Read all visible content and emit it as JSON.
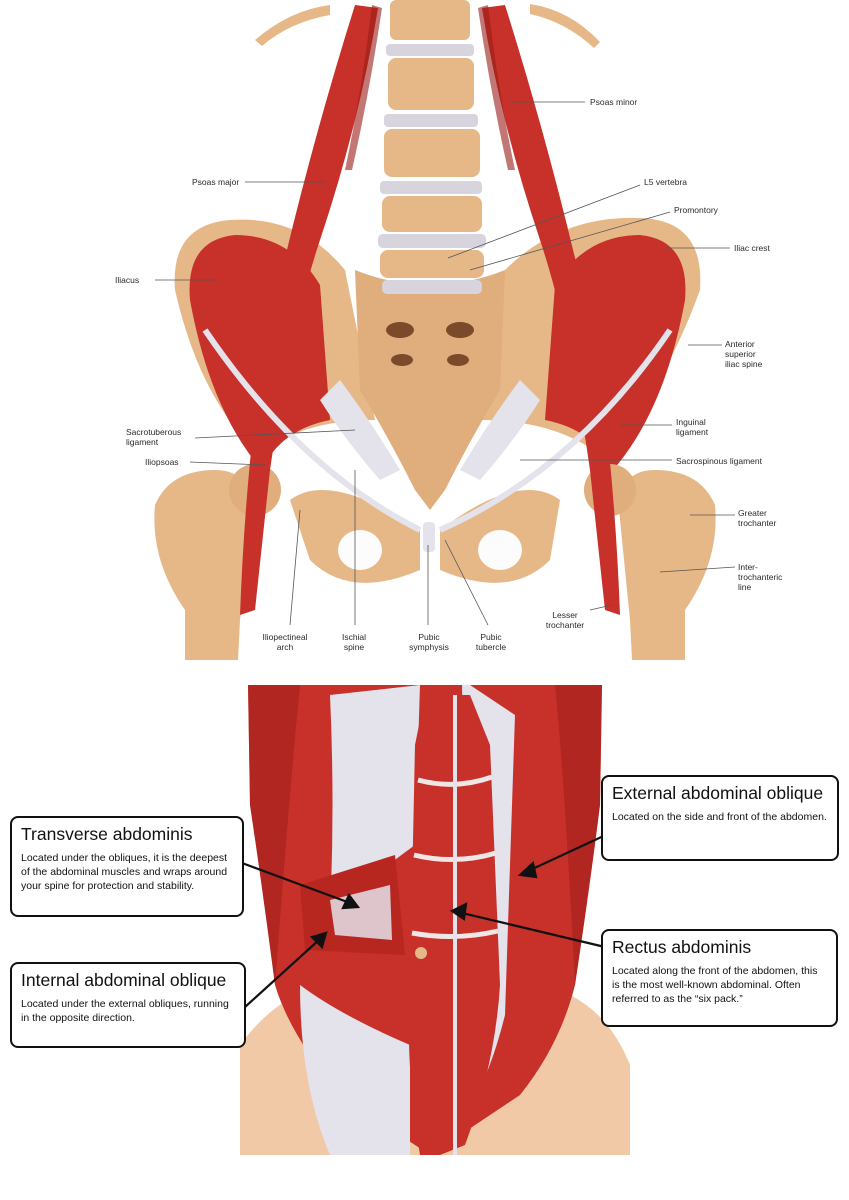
{
  "pelvis_labels": [
    {
      "key": "psoas_minor",
      "text": "Psoas minor"
    },
    {
      "key": "psoas_major",
      "text": "Psoas major"
    },
    {
      "key": "l5_vertebra",
      "text": "L5 vertebra"
    },
    {
      "key": "promontory",
      "text": "Promontory"
    },
    {
      "key": "iliac_crest",
      "text": "Iliac crest"
    },
    {
      "key": "iliacus",
      "text": "Iliacus"
    },
    {
      "key": "asis",
      "text": "Anterior\nsuperior\niliac spine"
    },
    {
      "key": "sacrotuberous",
      "text": "Sacrotuberous\nligament"
    },
    {
      "key": "inguinal",
      "text": "Inguinal\nligament"
    },
    {
      "key": "iliopsoas",
      "text": "Iliopsoas"
    },
    {
      "key": "sacrospinous",
      "text": "Sacrospinous ligament"
    },
    {
      "key": "greater_trochanter",
      "text": "Greater\ntrochanter"
    },
    {
      "key": "intertrochanteric",
      "text": "Inter-\ntrochanteric\nline"
    },
    {
      "key": "lesser_trochanter",
      "text": "Lesser\ntrochanter"
    },
    {
      "key": "iliopectineal",
      "text": "Iliopectineal\narch"
    },
    {
      "key": "ischial_spine",
      "text": "Ischial\nspine"
    },
    {
      "key": "pubic_symphysis",
      "text": "Pubic\nsymphysis"
    },
    {
      "key": "pubic_tubercle",
      "text": "Pubic\ntubercle"
    }
  ],
  "callouts": {
    "external": {
      "title": "External abdominal oblique",
      "description": "Located on the side and front of the abdomen."
    },
    "transverse": {
      "title": "Transverse abdominis",
      "description": "Located under the obliques, it is the deepest of the abdominal muscles and wraps around your spine for protection and stability."
    },
    "rectus": {
      "title": "Rectus abdominis",
      "description": "Located along the front of the abdomen, this is the most well-known abdominal. Often referred to as the “six pack.”"
    },
    "internal": {
      "title": "Internal abdominal oblique",
      "description": "Located under the external obliques, running in the opposite direction."
    }
  },
  "colors": {
    "muscle": "#c8302a",
    "muscle_dark": "#9a1c18",
    "bone": "#e6b888",
    "tendon": "#e4e2ea",
    "skin": "#f2c9a6"
  }
}
